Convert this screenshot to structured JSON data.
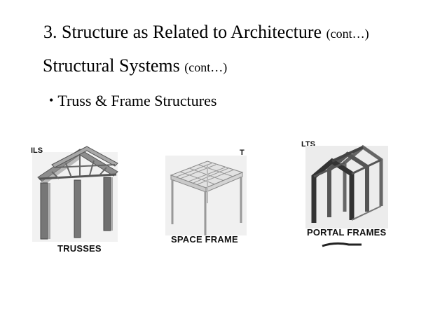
{
  "slide": {
    "title_main": "3. Structure as  Related to Architecture",
    "title_suffix": "(cont…)",
    "subtitle_main": "Structural  Systems",
    "subtitle_suffix": "(cont…)",
    "bullet_text": "Truss & Frame Structures"
  },
  "figures": {
    "trusses": {
      "caption": "TRUSSES",
      "fragment": "ILS"
    },
    "space_frame": {
      "caption": "SPACE FRAME",
      "fragment": "T"
    },
    "portal_frames": {
      "caption": "PORTAL FRAMES",
      "fragment": "LTS"
    }
  }
}
